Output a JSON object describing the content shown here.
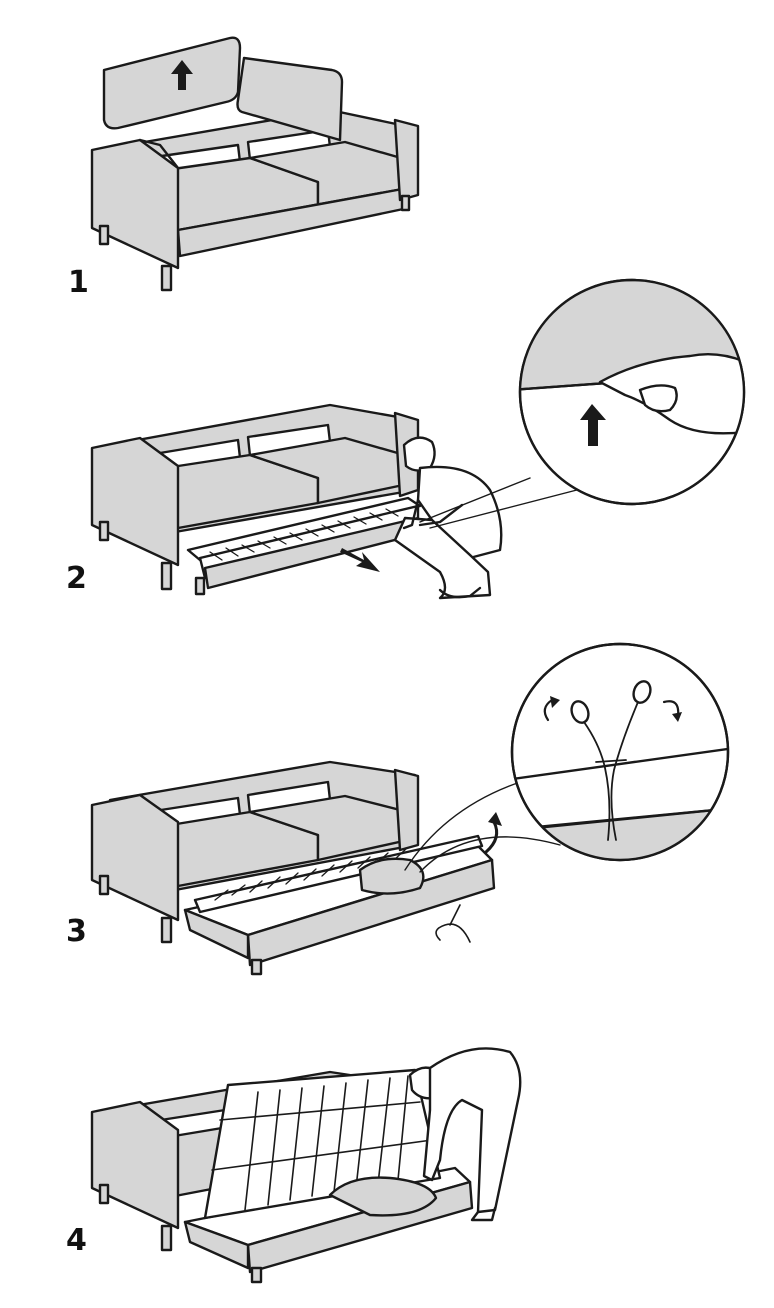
{
  "steps": [
    {
      "number": "1"
    },
    {
      "number": "2"
    },
    {
      "number": "3"
    },
    {
      "number": "4"
    }
  ],
  "colors": {
    "fill": "#d6d6d6",
    "ink": "#1a1a1a",
    "paper": "#ffffff"
  },
  "icons": [
    "up-arrow-icon",
    "pull-arrow-icon",
    "rotate-arrow-icon",
    "curved-arrow-icon"
  ]
}
